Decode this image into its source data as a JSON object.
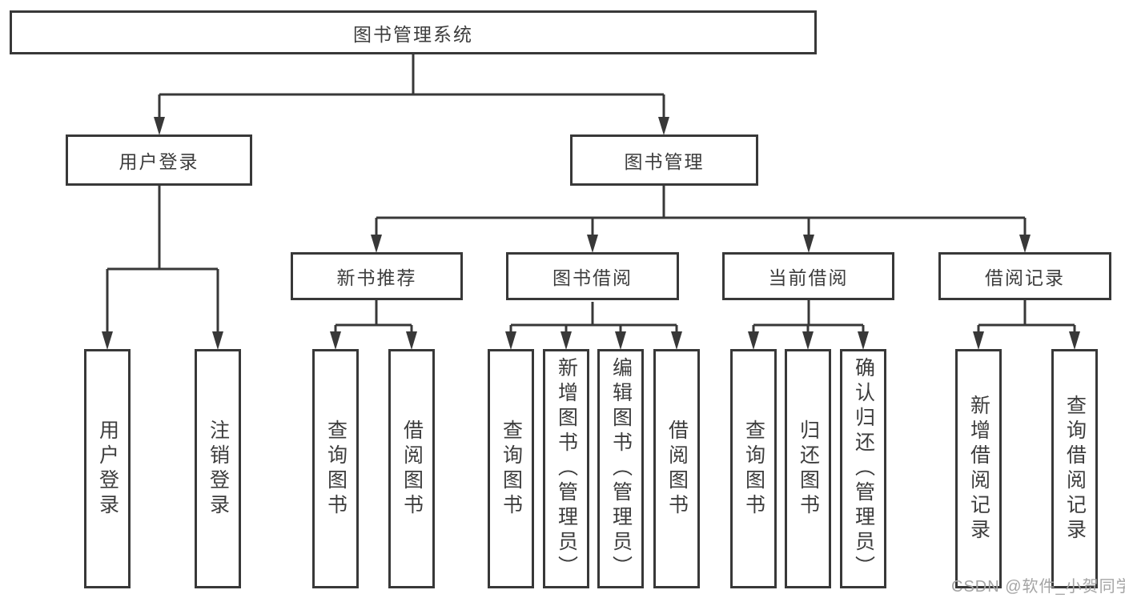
{
  "watermark": "CSDN @软件_小贺同学",
  "tree": {
    "root": {
      "label": "图书管理系统"
    },
    "branches": [
      {
        "label": "用户登录",
        "children": [
          {
            "label": "用户登录"
          },
          {
            "label": "注销登录"
          }
        ]
      },
      {
        "label": "图书管理",
        "sections": [
          {
            "label": "新书推荐",
            "children": [
              {
                "label": "查询图书"
              },
              {
                "label": "借阅图书"
              }
            ]
          },
          {
            "label": "图书借阅",
            "children": [
              {
                "label": "查询图书"
              },
              {
                "label": "新增图书（管理员）"
              },
              {
                "label": "编辑图书（管理员）"
              },
              {
                "label": "借阅图书"
              }
            ]
          },
          {
            "label": "当前借阅",
            "children": [
              {
                "label": "查询图书"
              },
              {
                "label": "归还图书"
              },
              {
                "label": "确认归还（管理员）"
              }
            ]
          },
          {
            "label": "借阅记录",
            "children": [
              {
                "label": "新增借阅记录"
              },
              {
                "label": "查询借阅记录"
              }
            ]
          }
        ]
      }
    ]
  }
}
